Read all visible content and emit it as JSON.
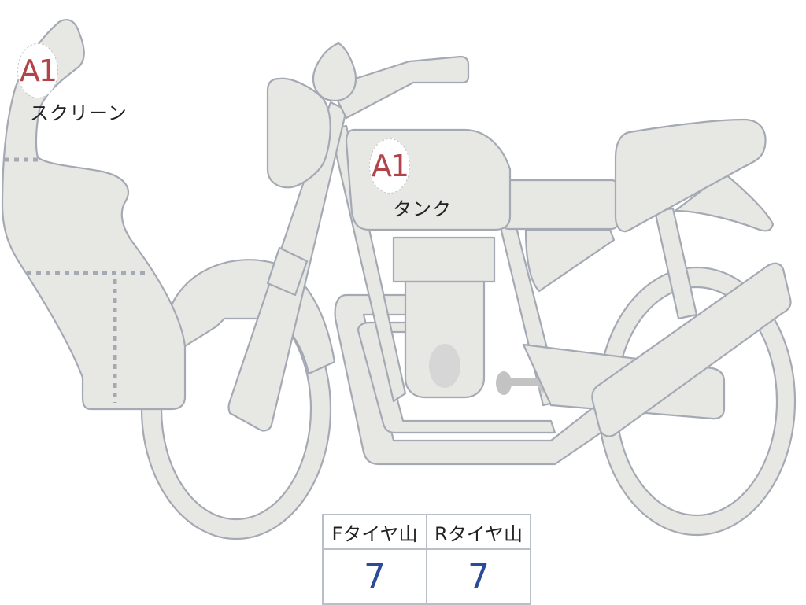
{
  "diagram": {
    "subject": "motorcycle-top-outline",
    "colors": {
      "part_fill": "#e7e7e3",
      "part_stroke": "#a4a9b4",
      "badge_text": "#b2434a",
      "value_text": "#2a4a9a"
    }
  },
  "annotations": [
    {
      "code": "A1",
      "part": "スクリーン"
    },
    {
      "code": "A1",
      "part": "タンク"
    }
  ],
  "tire_table": {
    "headers": [
      "Fタイヤ山",
      "Rタイヤ山"
    ],
    "values": [
      "7",
      "7"
    ]
  }
}
